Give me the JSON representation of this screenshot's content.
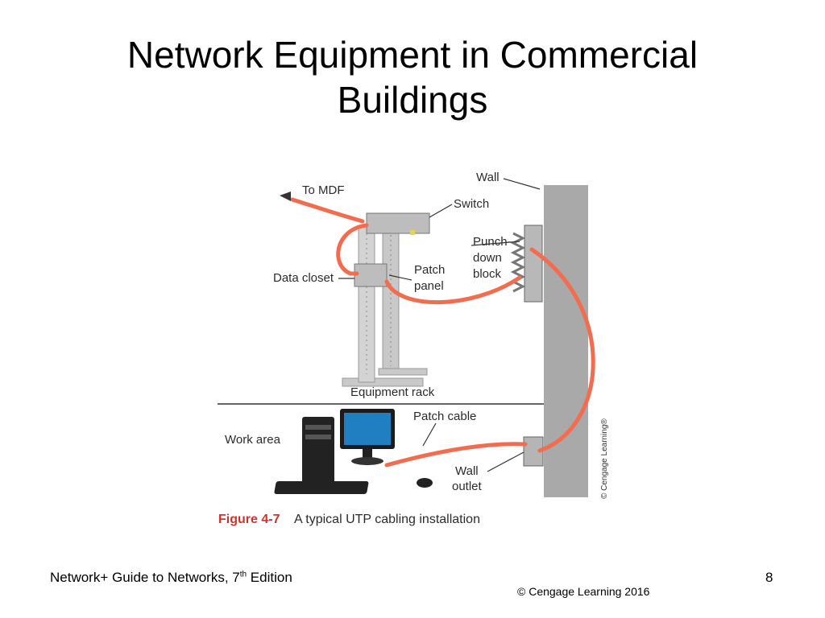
{
  "slide": {
    "title_line1": "Network Equipment in Commercial",
    "title_line2": "Buildings",
    "footer_book_prefix": "Network+ Guide to Networks, 7",
    "footer_book_sup": "th",
    "footer_book_suffix": " Edition",
    "page_number": "8",
    "copyright": "© Cengage Learning  2016"
  },
  "figure": {
    "labels": {
      "to_mdf": "To MDF",
      "switch": "Switch",
      "wall": "Wall",
      "punch_line1": "Punch-",
      "punch_line2": "down",
      "punch_line3": "block",
      "data_closet": "Data closet",
      "patch_line1": "Patch",
      "patch_line2": "panel",
      "equipment_rack": "Equipment rack",
      "work_area": "Work area",
      "patch_cable": "Patch cable",
      "wall_outlet_line1": "Wall",
      "wall_outlet_line2": "outlet",
      "credit": "© Cengage Learning®"
    },
    "caption_number": "Figure 4-7",
    "caption_text": "A typical UTP cabling installation",
    "colors": {
      "cable": "#f26d4f",
      "wall": "#a9a9a9",
      "caption_red": "#d0312d",
      "label_text": "#2b2b2b"
    }
  }
}
